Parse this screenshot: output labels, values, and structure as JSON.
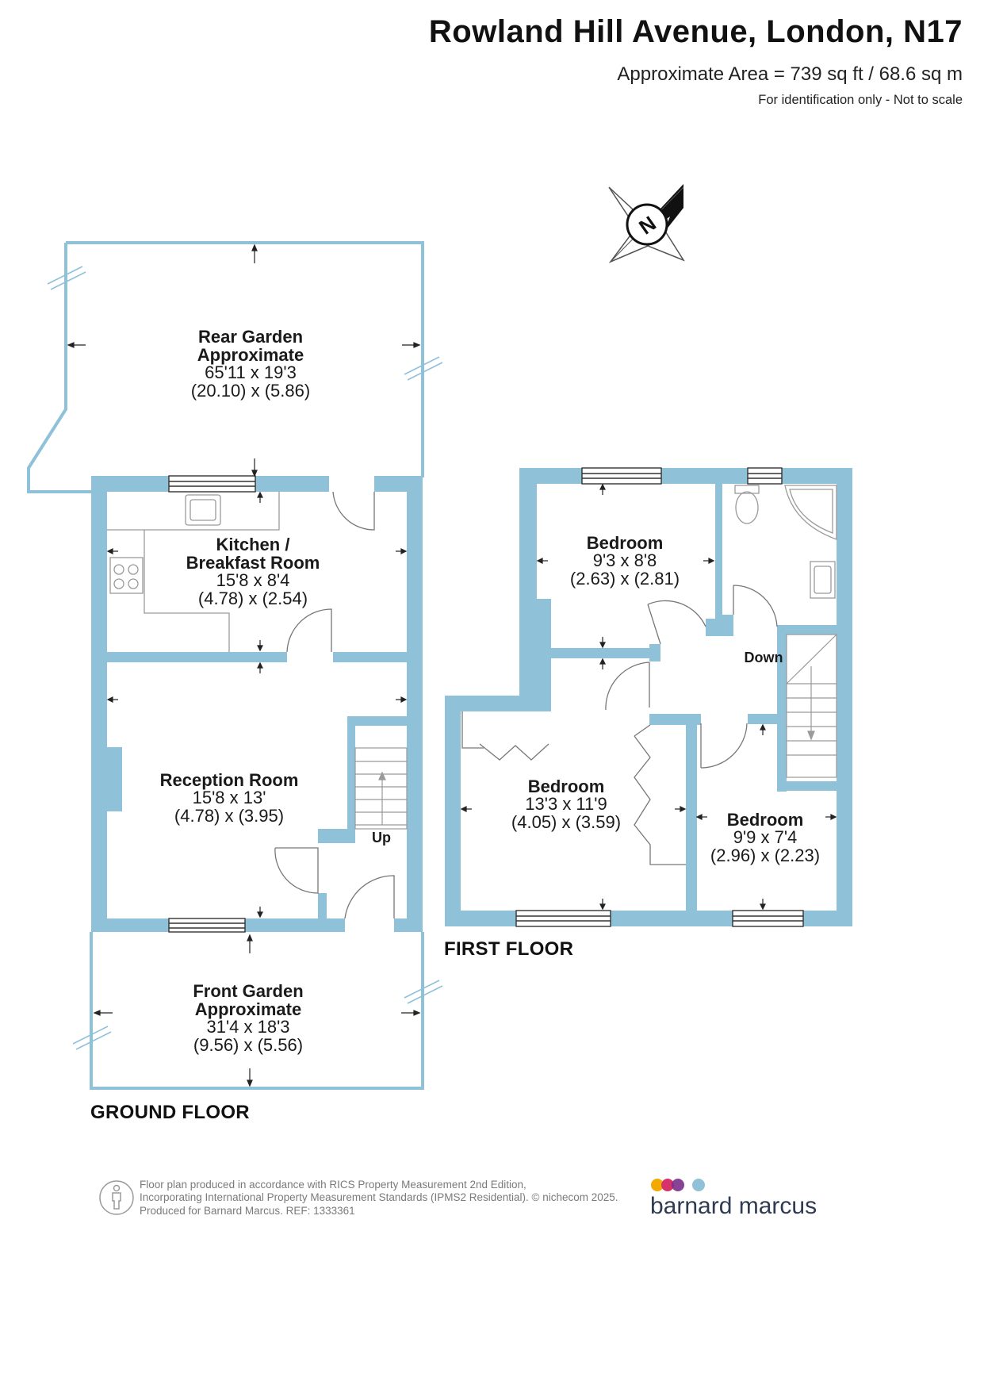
{
  "header": {
    "title": "Rowland Hill Avenue, London, N17",
    "area": "Approximate Area = 739 sq ft / 68.6 sq m",
    "note": "For identification only - Not to scale"
  },
  "compass": {
    "label": "N"
  },
  "ground_floor": {
    "label": "GROUND FLOOR",
    "rooms": [
      {
        "name_lines": [
          "Rear Garden",
          "Approximate"
        ],
        "imperial": "65'11 x 19'3",
        "metric": "(20.10) x (5.86)"
      },
      {
        "name_lines": [
          "Kitchen /",
          "Breakfast Room"
        ],
        "imperial": "15'8 x 8'4",
        "metric": "(4.78) x (2.54)"
      },
      {
        "name_lines": [
          "Reception Room"
        ],
        "imperial": "15'8 x 13'",
        "metric": "(4.78) x (3.95)"
      },
      {
        "name_lines": [
          "Front Garden",
          "Approximate"
        ],
        "imperial": "31'4 x 18'3",
        "metric": "(9.56) x (5.56)"
      }
    ],
    "stairs_label": "Up"
  },
  "first_floor": {
    "label": "FIRST FLOOR",
    "rooms": [
      {
        "name_lines": [
          "Bedroom"
        ],
        "imperial": "9'3 x 8'8",
        "metric": "(2.63) x (2.81)"
      },
      {
        "name_lines": [
          "Bedroom"
        ],
        "imperial": "13'3 x 11'9",
        "metric": "(4.05) x (3.59)"
      },
      {
        "name_lines": [
          "Bedroom"
        ],
        "imperial": "9'9 x 7'4",
        "metric": "(2.96) x (2.23)"
      }
    ],
    "stairs_label": "Down"
  },
  "footer": {
    "lines": [
      "Floor plan produced in accordance with RICS Property Measurement 2nd Edition,",
      "Incorporating International Property Measurement Standards (IPMS2 Residential).   © nichecom 2025.",
      "Produced for Barnard Marcus.   REF:  1333361"
    ],
    "brand": "barnard marcus"
  },
  "colors": {
    "wall": "#8fc1d9",
    "fixture": "#9a9a9a",
    "brand_dots": [
      "#f2a900",
      "#d6336c",
      "#7b2d8b",
      "#8fc1d9"
    ]
  }
}
